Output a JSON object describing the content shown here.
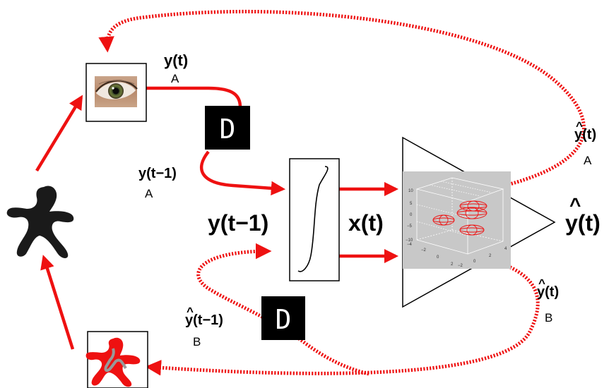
{
  "labels": {
    "y_t": "y(t)",
    "sub_A_top": "A",
    "y_t_minus_1_A": "y(t−1)",
    "sub_A_mid": "A",
    "y_t_minus_1_main": "y(t−1)",
    "x_t": "x(t)",
    "yhat_t_main": "y(t)",
    "yhat_t_A": "y(t)",
    "sub_A_right": "A",
    "yhat_t_B": "y(t)",
    "sub_B_right": "B",
    "yhat_t_minus_1_B": "y(t−1)",
    "sub_B_left": "B",
    "hat": "^"
  },
  "delay_blocks": {
    "top": "D",
    "bottom": "D"
  },
  "ticks": {
    "z": [
      "10",
      "5",
      "0",
      "−5",
      "−10"
    ],
    "x": [
      "−4",
      "−2",
      "0",
      "2"
    ],
    "y": [
      "−2",
      "0",
      "2",
      "4"
    ]
  },
  "colors": {
    "arrow": "#ee1111",
    "plot_bg": "#c8c8c8",
    "delay_bg": "#000000"
  }
}
